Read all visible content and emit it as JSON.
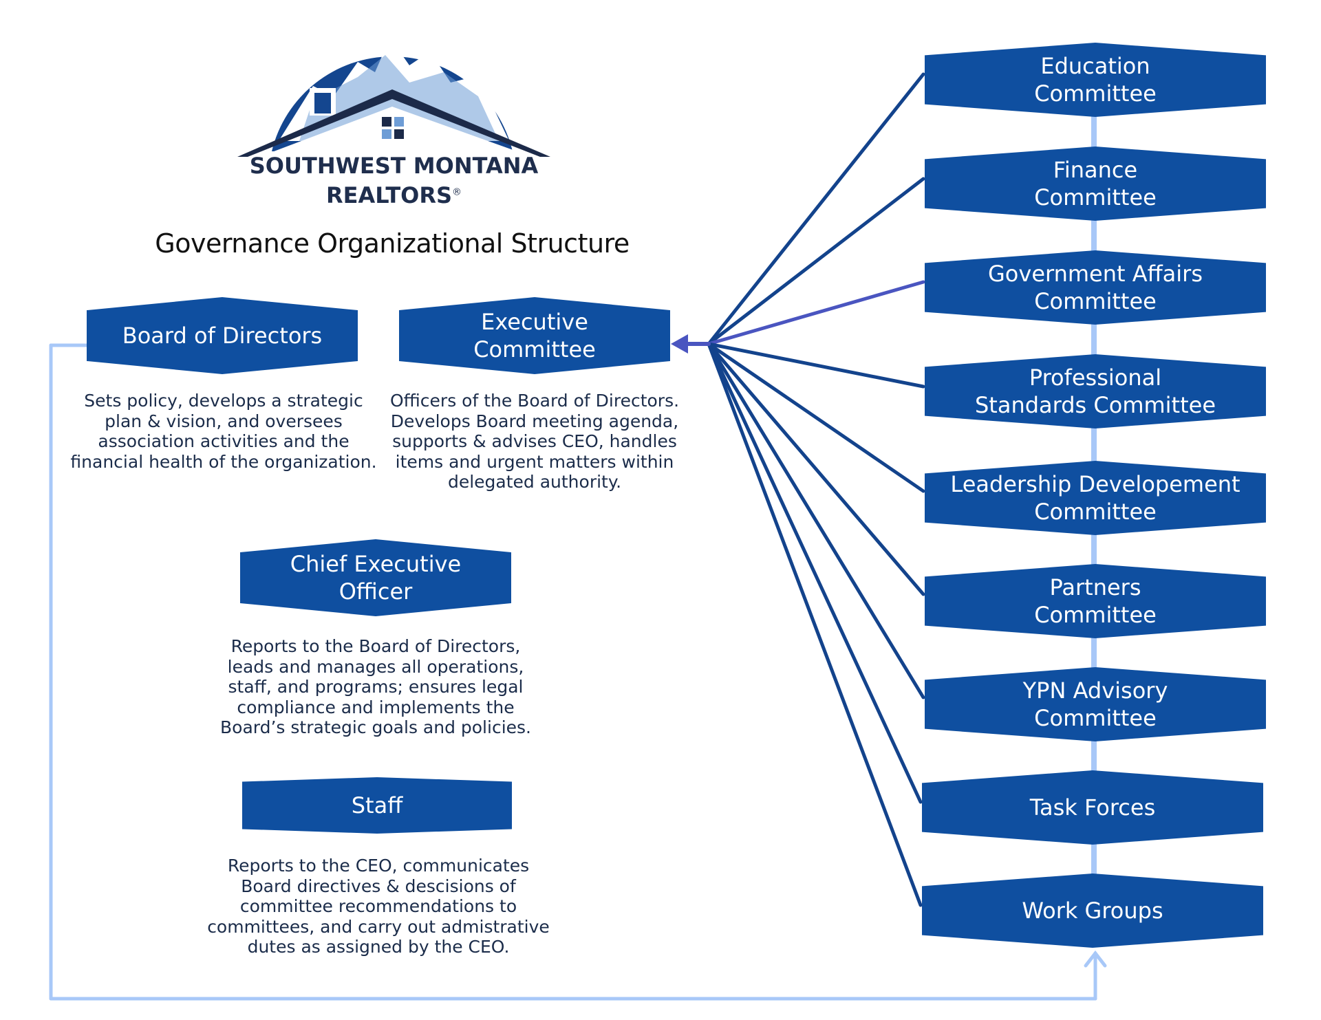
{
  "brand": {
    "line1": "SOUTHWEST MONTANA",
    "line2": "REALTORS",
    "mark": "®",
    "logo_icon": "mountain-house-logo-icon"
  },
  "title": "Governance Organizational Structure",
  "colors": {
    "box_fill": "#0f4fa0",
    "connector_dark": "#13438c",
    "connector_highlight": "#4a55c0",
    "connector_light": "#a8c8f8",
    "text_dark": "#1b2c4a"
  },
  "left": {
    "board": {
      "label": "Board of Directors",
      "description": "Sets policy, develops a strategic\nplan & vision, and oversees\nassociation activities and the\nfinancial health of the organization."
    },
    "executive": {
      "label": "Executive\nCommittee",
      "description": "Officers of the Board of Directors.\nDevelops Board meeting agenda,\nsupports & advises CEO, handles\nitems and urgent matters within\ndelegated authority."
    },
    "ceo": {
      "label": "Chief Executive\nOfficer",
      "description": "Reports to the Board of Directors,\nleads and manages all operations,\nstaff, and programs; ensures legal\ncompliance and implements the\nBoard’s strategic goals and policies."
    },
    "staff": {
      "label": "Staff",
      "description": "Reports to the CEO, communicates\nBoard directives & descisions of\ncommittee recommendations to\ncommittees, and carry out admistrative\ndutes as assigned by the CEO."
    }
  },
  "committees": [
    {
      "label": "Education\nCommittee"
    },
    {
      "label": "Finance\nCommittee"
    },
    {
      "label": "Government Affairs\nCommittee"
    },
    {
      "label": "Professional\nStandards Committee"
    },
    {
      "label": "Leadership Developement\nCommittee"
    },
    {
      "label": "Partners\nCommittee"
    },
    {
      "label": "YPN Advisory\nCommittee"
    },
    {
      "label": "Task Forces"
    },
    {
      "label": "Work Groups"
    }
  ]
}
